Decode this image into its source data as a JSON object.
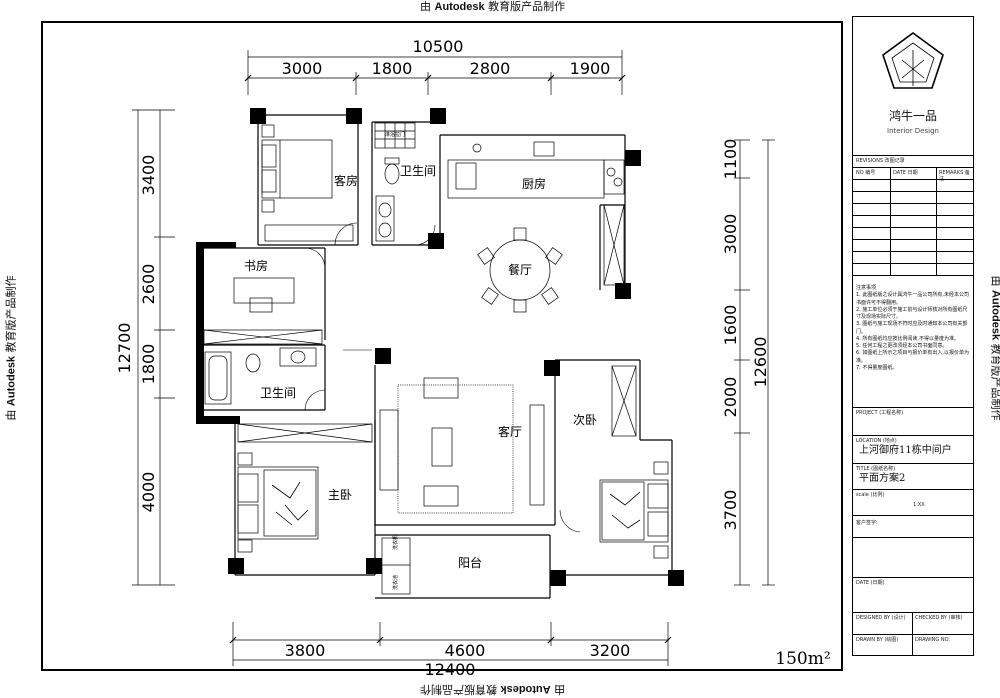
{
  "watermark": {
    "prefix": "由",
    "brand": "Autodesk",
    "suffix": "教育版产品制作"
  },
  "dims_top": {
    "total": "10500",
    "segments": [
      "3000",
      "1800",
      "2800",
      "1900"
    ]
  },
  "dims_bottom": {
    "total": "12400",
    "segments": [
      "3800",
      "4600",
      "3200"
    ]
  },
  "dims_left": {
    "total": "12700",
    "segments": [
      "3400",
      "2600",
      "1800",
      "4000"
    ]
  },
  "dims_right_inner": {
    "segments": [
      "1100",
      "3000",
      "1600",
      "2000",
      "3700"
    ]
  },
  "dims_right_total": "12600",
  "area": "150m²",
  "rooms": {
    "guest_room": "客房",
    "bathroom_top": "卫生间",
    "kitchen": "厨房",
    "study": "书房",
    "dining": "餐厅",
    "bathroom_mid": "卫生间",
    "living": "客厅",
    "second_bedroom": "次卧",
    "master_bedroom": "主卧",
    "balcony": "阳台"
  },
  "fixture_labels": {
    "shower": "淋浴拉门",
    "washer": "洗衣机",
    "sink": "洗衣池"
  },
  "title_block": {
    "logo_cn": "鸿牛一品",
    "logo_en": "Interior Design",
    "revisions_header": "REVISIONS 改图记录",
    "rev_cols": [
      "NO 编号",
      "DATE 日期",
      "REMARKS 备注"
    ],
    "notes_title": "注意事项",
    "notes": [
      "1. 此图纸版之设计属鸿牛一品公司所有,未经本公司书面许可不得翻用。",
      "2. 施工单位必须于施工前与设计师核对所有图纸尺寸及现场实际尺寸。",
      "3. 图纸与施工现场不符时应及时通知本公司有关部门。",
      "4. 所有图纸均应按比例阅读,不得以量度为准。",
      "5. 任何工程之更改须经本公司书面同意。",
      "6. 如图纸上所示之项目与报价单有出入,以报价单为准。",
      "7. 不得量度图纸。"
    ],
    "project_label": "PROJECT (工程名称)",
    "location_label": "LOCATION (地点)",
    "location_value": "上河御府11栋中间户",
    "title_label": "TITLE (图纸名称)",
    "title_value": "平面方案2",
    "scale_label": "scale (比例)",
    "scale_value": "1:XX",
    "client_label": "客户签字:",
    "date_label": "DATE (日期)",
    "designed_by": "DESIGNED BY (设计)",
    "checked_by": "CHECKED BY (审核)",
    "drawn_by": "DRAWN BY (绘图)",
    "drawing_no": "DRAWING NO."
  }
}
